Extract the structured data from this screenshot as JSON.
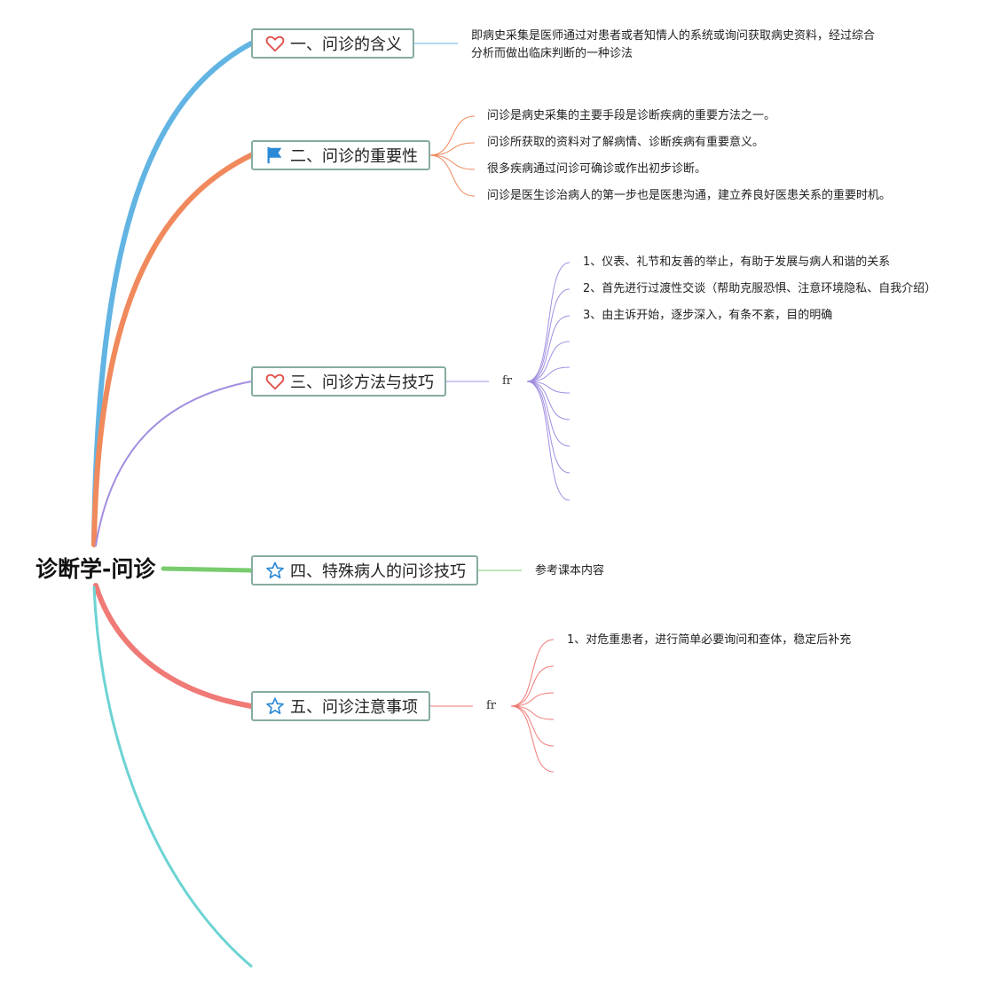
{
  "root": {
    "label": "诊断学-问诊"
  },
  "branches": [
    {
      "label": "一、问诊的含义",
      "icon": "heart-icon",
      "color": "#62b4e3",
      "details": [
        "即病史采集是医师通过对患者或者知情人的系统或询问获取病史资料，经过综合",
        "分析而做出临床判断的一种诊法"
      ]
    },
    {
      "label": "二、问诊的重要性",
      "icon": "flag-icon",
      "color": "#f0895c",
      "details": [
        "问诊是病史采集的主要手段是诊断疾病的重要方法之一。",
        "问诊所获取的资料对了解病情、诊断疾病有重要意义。",
        "很多疾病通过问诊可确诊或作出初步诊断。",
        "问诊是医生诊治病人的第一步也是医患沟通，建立养良好医患关系的重要时机。"
      ]
    },
    {
      "label": "三、问诊方法与技巧",
      "icon": "heart-icon",
      "color": "#a28ee0",
      "sub": "fr",
      "details": [
        "1、仪表、礼节和友善的举止，有助于发展与病人和谐的关系",
        "2、首先进行过渡性交谈（帮助克服恐惧、注意环境隐私、自我介绍）",
        "3、由主诉开始，逐步深入，有条不紊，目的明确"
      ]
    },
    {
      "label": "四、特殊病人的问诊技巧",
      "icon": "star-icon",
      "color": "#78cc6e",
      "details": [
        "参考课本内容"
      ]
    },
    {
      "label": "五、问诊注意事项",
      "icon": "star-icon",
      "color": "#ef7a76",
      "sub": "fr",
      "details": [
        "1、对危重患者，进行简单必要询问和查体，稳定后补充"
      ]
    }
  ],
  "colors": {
    "extra_branch": "#6dd3d3",
    "icon_heart": "#e0504a",
    "icon_flag": "#2b8ad6",
    "icon_star": "#2b8ad6"
  }
}
